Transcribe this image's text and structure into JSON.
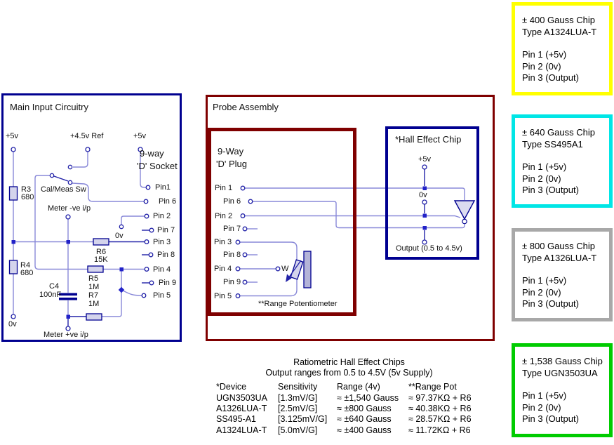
{
  "main_box": {
    "title": "Main Input Circuitry",
    "supply_left": "+5v",
    "ref_label": "+4.5v Ref",
    "supply_right": "+5v",
    "socket_label_1": "9-way",
    "socket_label_2": "'D' Socket",
    "switch_label": "Cal/Meas Sw",
    "meter_neg_label": "Meter -ve i/p",
    "meter_pos_label": "Meter +ve i/p",
    "zero_v_bottom": "0v",
    "zero_v_pin2": "0v",
    "components": {
      "r3": "R3",
      "r3_value": "680",
      "r4": "R4",
      "r4_value": "680",
      "r6": "R6",
      "r6_value": "15K",
      "r5": "R5",
      "r5_value": "1M",
      "r7": "R7",
      "r7_value": "1M",
      "c4": "C4",
      "c4_value": "100nF"
    },
    "pins": {
      "pin1": "Pin1",
      "pin6": "Pin 6",
      "pin2": "Pin 2",
      "pin7": "Pin 7",
      "pin3": "Pin 3",
      "pin8": "Pin 8",
      "pin4": "Pin 4",
      "pin9": "Pin 9",
      "pin5": "Pin 5"
    }
  },
  "probe_box": {
    "title": "Probe Assembly",
    "plug_label_1": "9-Way",
    "plug_label_2": "'D' Plug",
    "pins": {
      "pin1": "Pin 1",
      "pin6": "Pin 6",
      "pin2": "Pin 2",
      "pin7": "Pin 7",
      "pin3": "Pin 3",
      "pin8": "Pin 8",
      "pin4": "Pin 4",
      "pin9": "Pin 9",
      "pin5": "Pin 5"
    },
    "wiper_label": "W",
    "pot_label": "**Range Potentiometer"
  },
  "hall_box": {
    "title": "*Hall Effect Chip",
    "supply": "+5v",
    "ground": "0v",
    "output": "Output (0.5 to 4.5v)"
  },
  "chip_cards": [
    {
      "range": "± 400 Gauss Chip",
      "type": "Type A1324LUA-T",
      "pin1": "Pin 1 (+5v)",
      "pin2": "Pin 2 (0v)",
      "pin3": "Pin 3 (Output)",
      "color": "#ffff00"
    },
    {
      "range": "± 640 Gauss Chip",
      "type": "Type SS495A1",
      "pin1": "Pin 1 (+5v)",
      "pin2": "Pin 2 (0v)",
      "pin3": "Pin 3 (Output)",
      "color": "#00e6e6"
    },
    {
      "range": "± 800 Gauss Chip",
      "type": "Type A1326LUA-T",
      "pin1": "Pin 1 (+5v)",
      "pin2": "Pin 2 (0v)",
      "pin3": "Pin 3 (Output)",
      "color": "#a8a8a8"
    },
    {
      "range": "± 1,538 Gauss Chip",
      "type": "Type UGN3503UA",
      "pin1": "Pin 1 (+5v)",
      "pin2": "Pin 2 (0v)",
      "pin3": "Pin 3 (Output)",
      "color": "#00cc00"
    }
  ],
  "table": {
    "title": "Ratiometric Hall Effect Chips",
    "subtitle": "Output ranges from 0.5 to 4.5V (5v Supply)",
    "headers": [
      "*Device",
      "Sensitivity",
      "Range (4v)",
      "**Range Pot"
    ],
    "rows": [
      [
        "UGN3503UA",
        "[1.3mV/G]",
        "≈ ±1,540 Gauss",
        "≈ 97.37KΩ + R6"
      ],
      [
        "A1326LUA-T",
        "[2.5mV/G]",
        "≈ ±800 Gauss",
        "≈ 40.38KΩ + R6"
      ],
      [
        "SS495-A1",
        "[3.125mV/G]",
        "≈ ±640 Gauss",
        "≈ 28.57KΩ + R6"
      ],
      [
        "A1324LUA-T",
        "[5.0mV/G]",
        "≈ ±400 Gauss",
        "≈ 11.72KΩ + R6"
      ]
    ]
  },
  "colors": {
    "wire_light": "#8888d8",
    "wire_dark": "#2222a8",
    "component_border": "#000090",
    "main_border": "#000090",
    "probe_border": "#7f0000"
  }
}
